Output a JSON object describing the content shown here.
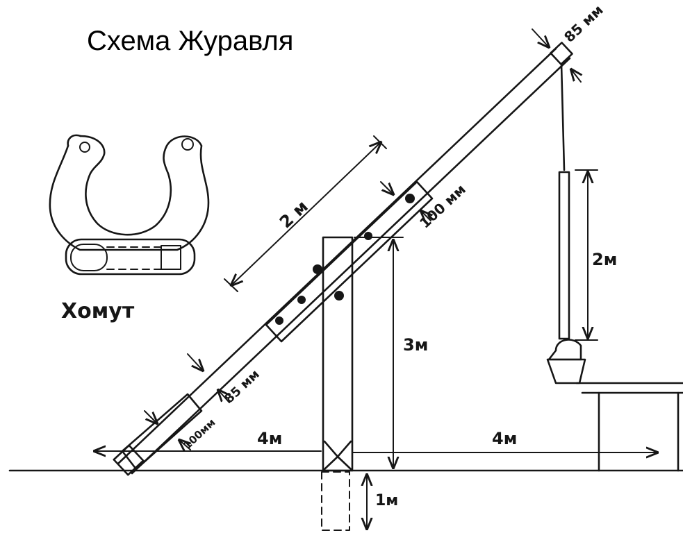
{
  "title": "Схема Журавля",
  "clamp_label": "Хомут",
  "dimensions": {
    "boom_sleeve_length": "2 м",
    "sleeve_width_top": "100 мм",
    "tip_width": "85 мм",
    "rope_length": "2м",
    "post_height": "3м",
    "boom_width_low": "85 мм",
    "butt_width": "100мм",
    "left_span": "4м",
    "right_span": "4м",
    "underground_depth": "1м"
  },
  "colors": {
    "ink": "#161616",
    "background": "#ffffff",
    "title": "#000000"
  }
}
